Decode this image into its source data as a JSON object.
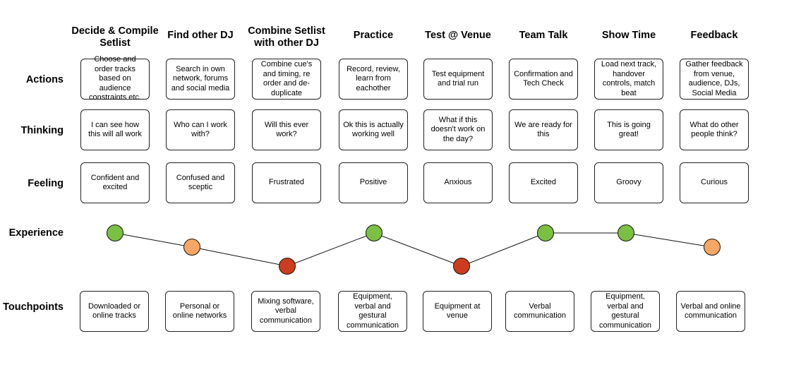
{
  "stages": [
    {
      "title": "Decide & Compile Setlist",
      "action": "Choose  and order tracks based on audience constraints etc.",
      "thinking": "I can see how this will all work",
      "feeling": "Confident and excited",
      "touchpoint": "Downloaded or online tracks",
      "experience": "positive"
    },
    {
      "title": "Find other DJ",
      "action": "Search in own network, forums and social media",
      "thinking": "Who can I work with?",
      "feeling": "Confused and sceptic",
      "touchpoint": "Personal or online networks",
      "experience": "neutral"
    },
    {
      "title": "Combine Setlist with other DJ",
      "action": "Combine cue's and timing, re order and de-duplicate",
      "thinking": "Will this ever work?",
      "feeling": "Frustrated",
      "touchpoint": "Mixing software, verbal communication",
      "experience": "negative"
    },
    {
      "title": "Practice",
      "action": "Record, review, learn from eachother",
      "thinking": "Ok this is actually working well",
      "feeling": "Positive",
      "touchpoint": "Equipment, verbal and gestural communication",
      "experience": "positive"
    },
    {
      "title": "Test @ Venue",
      "action": "Test equipment and trial run",
      "thinking": "What if this doesn't work on the day?",
      "feeling": "Anxious",
      "touchpoint": "Equipment at venue",
      "experience": "negative"
    },
    {
      "title": "Team Talk",
      "action": "Confirmation and Tech Check",
      "thinking": "We are ready for this",
      "feeling": "Excited",
      "touchpoint": "Verbal communication",
      "experience": "positive"
    },
    {
      "title": "Show Time",
      "action": "Load next track, handover controls, match beat",
      "thinking": "This is going great!",
      "feeling": "Groovy",
      "touchpoint": "Equipment, verbal and gestural communication",
      "experience": "positive"
    },
    {
      "title": "Feedback",
      "action": "Gather feedback from venue, audience, DJs, Social Media",
      "thinking": "What do other people think?",
      "feeling": "Curious",
      "touchpoint": "Verbal and online communication",
      "experience": "neutral"
    }
  ],
  "row_labels": {
    "actions": "Actions",
    "thinking": "Thinking",
    "feeling": "Feeling",
    "experience": "Experience",
    "touchpoints": "Touchpoints"
  },
  "experience_colors": {
    "positive": "#7bc043",
    "neutral": "#f7a665",
    "negative": "#cc3d1f"
  }
}
